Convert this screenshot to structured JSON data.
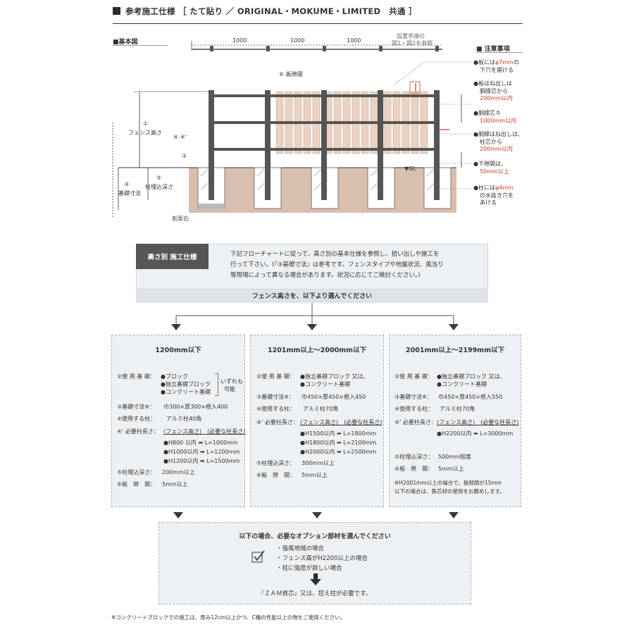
{
  "header": {
    "title": "参考施工仕様 ［ たて貼り ／ ORIGINAL・MOKUME・LIMITED　共通 ］"
  },
  "diagram": {
    "label": "■基本図",
    "dims": [
      "1000",
      "1000",
      "1000"
    ],
    "dim_note_1": "設置手順の",
    "dim_note_2": "図1・図2を参照",
    "gap_label": "⑥ 板隙間",
    "fence_height_num": "①",
    "fence_height_label": "フェンス高さ",
    "post_length_label": "④ ④'",
    "post_num_2": "②",
    "embed_num": "⑤",
    "embed_label": "柱埋込深さ",
    "foundation_num": "③",
    "foundation_label": "基礎寸法",
    "gl_label": "▼GL",
    "gravel_label": "割栗石"
  },
  "notes": {
    "title": "■ 注意事項",
    "items": [
      {
        "lines": [
          {
            "t": "●板には",
            "r": false
          },
          {
            "t": "φ7mm",
            "r": true
          },
          {
            "t": "の",
            "r": false
          }
        ],
        "line2": "下穴を開ける",
        "line2_red": ""
      },
      {
        "l1": "●板はね出しは",
        "l2": "胴縁芯から",
        "l3": "200mm以内"
      },
      {
        "l1": "●胴縁芯々",
        "l3": "1000mm以内"
      },
      {
        "l1": "●胴縁はね出しは、",
        "l2": "柱芯から",
        "l3": "200mm以内"
      },
      {
        "l1": "●下隙間は、",
        "l3": "50mm以上"
      },
      {
        "l1a": "●柱には",
        "l1r": "φ4mm",
        "l2": "の水抜き穴を",
        "l3": "あける"
      }
    ]
  },
  "intro": {
    "tag": "高さ別 施工仕様",
    "text_1": "下記フローチャートに従って、高さ別の基本仕様を参照し、拾い出しや施工を",
    "text_2": "行って下さい。(『③基礎寸法』は参考です。フェンスタイプや地盤状況、風当り",
    "text_3": "等現場によって異なる場合があります。状況に応じてご検討ください。)",
    "select": "フェンス高さを、以下より選んでください"
  },
  "columns": [
    {
      "title": "1200mm以下",
      "found_label": "②使 用 基 礎：",
      "found_items": [
        "●ブロック",
        "●独立基礎ブロック",
        "●コンクリート基礎"
      ],
      "found_note_1": "いずれも",
      "found_note_2": "可能",
      "size_label": "③基礎寸法※：",
      "size_value": "巾300×厚300×根入400",
      "post_label": "④使用する柱：",
      "post_value": "アルミ柱40角",
      "len_label": "④' 必要柱長さ：",
      "len_head": "(フェンス高さ)　(必要な柱長さ)",
      "len_rows": [
        "●H800 以内 ➡ L=1000mm",
        "●H1000以内 ➡ L=1200mm",
        "●H1200以内 ➡ L=1500mm"
      ],
      "embed_label": "⑤柱埋込深さ：",
      "embed_value": "200mm以上",
      "gap_label": "⑥板　隙　間：",
      "gap_value": "5mm以上"
    },
    {
      "title": "1201mm以上〜2000mm以下",
      "found_label": "②使 用 基 礎：",
      "found_items": [
        "●独立基礎ブロック 又は、",
        "●コンクリート基礎"
      ],
      "size_label": "③基礎寸法※：",
      "size_value": "巾450×厚450×根入450",
      "post_label": "④使用する柱：",
      "post_value": "アルミ柱70角",
      "len_label": "④' 必要柱長さ：",
      "len_head": "(フェンス高さ)　(必要な柱長さ)",
      "len_rows": [
        "●H1500以内 ➡ L=1800mm",
        "●H1800以内 ➡ L=2100mm",
        "●H2000以内 ➡ L=2500mm"
      ],
      "embed_label": "⑤柱埋込深さ：",
      "embed_value": "300mm以上",
      "gap_label": "⑥板　隙　間：",
      "gap_value": "5mm以上"
    },
    {
      "title": "2001mm以上〜2199mm以下",
      "found_label": "②使 用 基 礎：",
      "found_items": [
        "●独立基礎ブロック 又は、",
        "●コンクリート基礎"
      ],
      "size_label": "③基礎寸法※：",
      "size_value": "巾450×厚450×根入550",
      "post_label": "④使用する柱：",
      "post_value": "アルミ柱70角",
      "len_label": "④' 必要柱長さ：",
      "len_head": "(フェンス高さ)　(必要な柱長さ)",
      "len_rows": [
        "●H2200以内 ➡ L=3000mm"
      ],
      "embed_label": "⑤柱埋込深さ：",
      "embed_value": "500mm程度",
      "gap_label": "⑥板　隙　間：",
      "gap_value": "5mm以上",
      "note_1": "※H2001mm以上の場合で、板隙間が15mm",
      "note_2": "以下の場合は、鉄芯材の使用をお薦めします。"
    }
  ],
  "option": {
    "title": "以下の場合、必要なオプション部材を選んでください",
    "items": [
      "・強風地域の場合",
      "・フェンス高がH2200以上の場合",
      "・柱に強度が欲しい場合"
    ],
    "result": "『ＺＡＭ鉄芯』又は、控え柱が必要です。"
  },
  "footnote": "※コンクリートブロックでの施工は、厚み12cm以上かつ、C種の性能以上の物をご使用ください。",
  "colors": {
    "board": "#ead2c2",
    "ground": "#d9bfae",
    "post": "#555555",
    "accent_red": "#c0392b",
    "box_bg": "#eef1f3",
    "tag_bg": "#555555"
  }
}
